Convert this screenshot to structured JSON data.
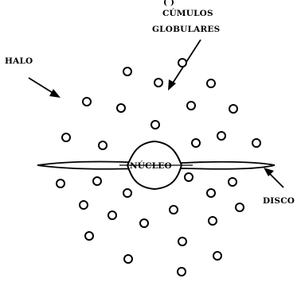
{
  "labels": {
    "cumulos_line1": "CÚMULOS",
    "cumulos_line2": "GLOBULARES",
    "halo": "HALO",
    "nucleo": "NÚCLEO",
    "disco": "DISCO",
    "top_fragment": "(           )"
  },
  "colors": {
    "ink": "#000000",
    "background": "#ffffff"
  },
  "icons": {
    "cluster": "hollow-circle",
    "pointer": "arrow"
  }
}
